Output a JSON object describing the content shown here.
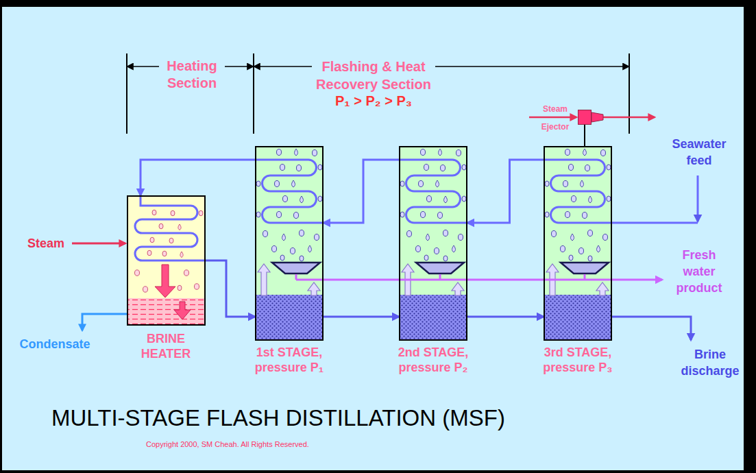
{
  "diagram": {
    "title": "MULTI-STAGE FLASH DISTILLATION (MSF)",
    "nodes": [
      {
        "text": [
          "BRINE HEATER"
        ]
      },
      {
        "text": [
          "1st STAGE, pressure P₁"
        ]
      },
      {
        "text": [
          "2nd STAGE, pressure P₂"
        ]
      },
      {
        "text": [
          "3rd STAGE, pressure P₃"
        ]
      },
      {
        "text": [
          "Steam Ejector"
        ]
      }
    ],
    "edges": [
      {
        "from": 0,
        "to": 1,
        "arrow": "to"
      },
      {
        "from": 1,
        "to": 2,
        "arrow": "to"
      },
      {
        "from": 2,
        "to": 3,
        "arrow": "to"
      },
      {
        "from": 3,
        "to": 2,
        "arrow": "to"
      },
      {
        "from": 2,
        "to": 1,
        "arrow": "to"
      },
      {
        "from": 1,
        "to": 0,
        "arrow": "to"
      },
      {
        "from": 3,
        "to": 4,
        "arrow": "none"
      }
    ],
    "labels": [
      "Heating Section",
      "Flashing & Heat Recovery Section",
      "P₁ > P₂ > P₃",
      "Seawater feed",
      "Steam",
      "Fresh water product",
      "Condensate",
      "Brine discharge",
      "Copyright 2000, SM Cheah. All Rights Reserved."
    ]
  }
}
